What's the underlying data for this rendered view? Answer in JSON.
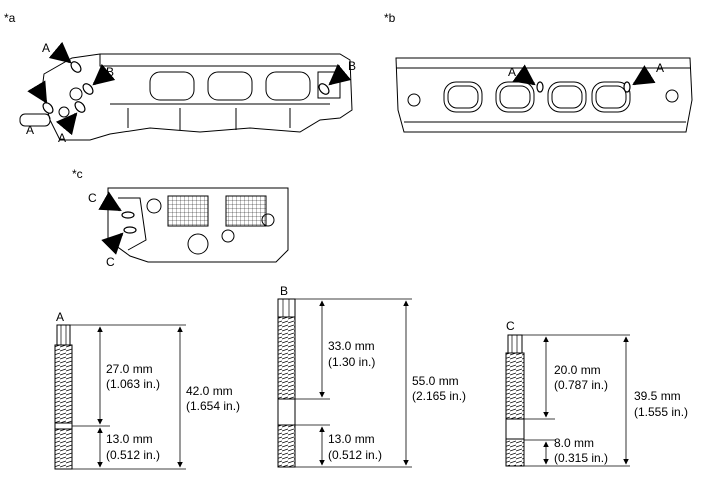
{
  "view_labels": {
    "a": "*a",
    "b": "*b",
    "c": "*c"
  },
  "callouts": {
    "a": [
      "A",
      "B",
      "B",
      "A",
      "A"
    ],
    "b": [
      "A",
      "A"
    ],
    "c": [
      "C",
      "C"
    ]
  },
  "studs": {
    "A": {
      "letter": "A",
      "upper_mm": "27.0 mm",
      "upper_in": "(1.063 in.)",
      "lower_mm": "13.0 mm",
      "lower_in": "(0.512 in.)",
      "total_mm": "42.0 mm",
      "total_in": "(1.654 in.)"
    },
    "B": {
      "letter": "B",
      "upper_mm": "33.0 mm",
      "upper_in": "(1.30 in.)",
      "lower_mm": "13.0 mm",
      "lower_in": "(0.512 in.)",
      "total_mm": "55.0 mm",
      "total_in": "(2.165 in.)"
    },
    "C": {
      "letter": "C",
      "upper_mm": "20.0 mm",
      "upper_in": "(0.787 in.)",
      "lower_mm": "8.0 mm",
      "lower_in": "(0.315 in.)",
      "total_mm": "39.5 mm",
      "total_in": "(1.555 in.)"
    }
  }
}
